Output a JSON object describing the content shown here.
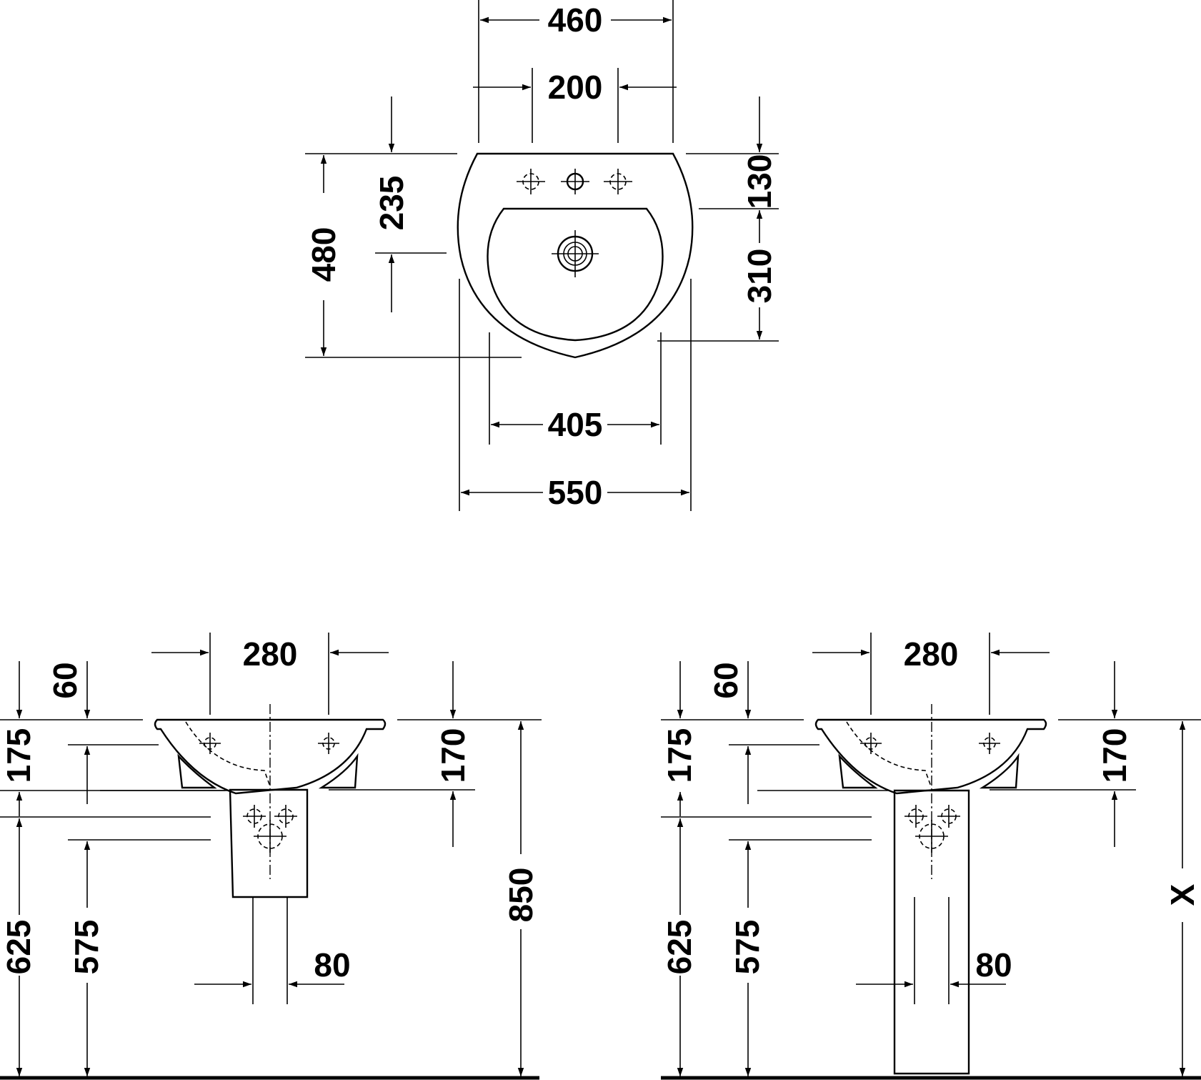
{
  "top_view": {
    "width_460": "460",
    "width_200": "200",
    "height_235": "235",
    "height_480": "480",
    "depth_130": "130",
    "depth_310": "310",
    "width_405": "405",
    "width_550": "550"
  },
  "left_view": {
    "width_280": "280",
    "dim_60": "60",
    "dim_175": "175",
    "dim_170": "170",
    "dim_625": "625",
    "dim_575": "575",
    "dim_850": "850",
    "dim_80": "80"
  },
  "right_view": {
    "width_280": "280",
    "dim_60": "60",
    "dim_175": "175",
    "dim_170": "170",
    "dim_625": "625",
    "dim_575": "575",
    "dim_x": "X",
    "dim_80": "80"
  }
}
